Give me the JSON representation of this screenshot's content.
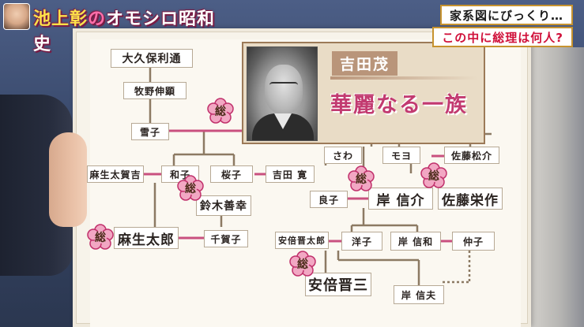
{
  "show": {
    "title_part1": "池上彰",
    "title_part2": "の",
    "title_part3": "オモシロ昭和史"
  },
  "captions": {
    "line1": "家系図にびっくり…",
    "line2": "この中に総理は何人?"
  },
  "feature": {
    "name": "吉田茂",
    "slogan": "華麗なる一族"
  },
  "badge_label": "総",
  "colors": {
    "line": "#8c7a63",
    "marriage_line": "#c9507f",
    "badge_fill": "#f2a7c3",
    "badge_stroke": "#c0306b",
    "accent_pink": "#c23a70",
    "caption_red": "#d0103a"
  },
  "family": {
    "okubo_toshimichi": "大久保利通",
    "makino_nobuaki": "牧野伸顕",
    "yukiko": "雪子",
    "aso_takakichi": "麻生太賀吉",
    "kazuko": "和子",
    "sakurako": "桜子",
    "yoshida_hiroshi": "吉田 寛",
    "suzuki_zenko": "鈴木善幸",
    "aso_taro": "麻生太郎",
    "chikako": "千賀子",
    "sawa": "さわ",
    "moyo": "モヨ",
    "sato_matsusuke": "佐藤松介",
    "yoshiko": "良子",
    "kishi_nobusuke": "岸 信介",
    "sato_eisaku": "佐藤栄作",
    "abe_shintaro": "安倍晋太郎",
    "yoko": "洋子",
    "kishi_nobukazu": "岸 信和",
    "nobuko": "仲子",
    "abe_shinzo": "安倍晋三",
    "kishi_nobuo": "岸 信夫"
  }
}
